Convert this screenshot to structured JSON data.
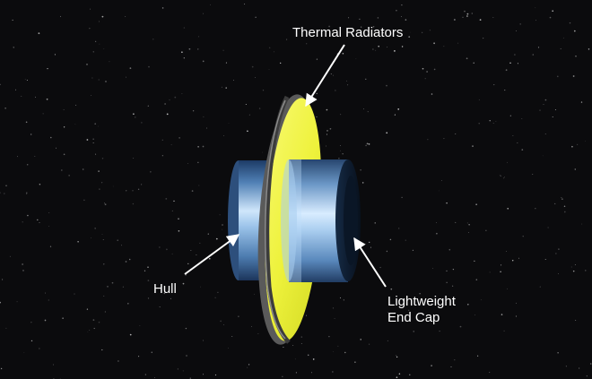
{
  "colors": {
    "space": "#0b0b0d",
    "hull_blue": "#7fb0dd",
    "radiator_yellow": "#eef23c",
    "radiator_rim": "#6a6a6a",
    "arrow": "#ffffff",
    "label": "#ffffff"
  },
  "labels": {
    "thermal_radiators": "Thermal Radiators",
    "hull": "Hull",
    "end_cap_line1": "Lightweight",
    "end_cap_line2": "End Cap"
  }
}
